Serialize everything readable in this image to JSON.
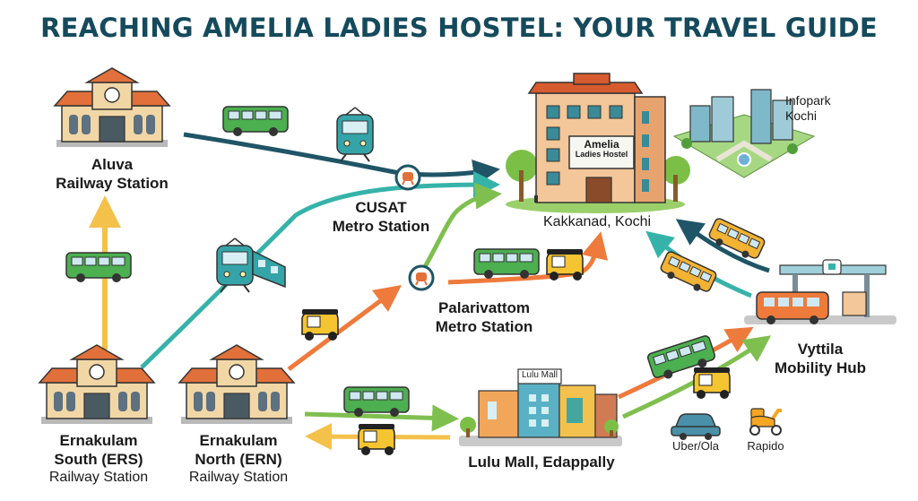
{
  "title": "REACHING AMELIA LADIES HOSTEL: YOUR TRAVEL GUIDE",
  "colors": {
    "title": "#154a5c",
    "route_dark": "#1f5566",
    "route_teal": "#35b3a9",
    "route_green": "#7fbf4f",
    "route_orange": "#ee7a3b",
    "route_yellow": "#f4c14b"
  },
  "destination": {
    "sign_line1": "Amelia",
    "sign_line2": "Ladies Hostel",
    "location": "Kakkanad, Kochi"
  },
  "landmarks": {
    "infopark": {
      "line1": "Infopark",
      "line2": "Kochi"
    },
    "cusat": {
      "line1": "CUSAT",
      "line2": "Metro Station"
    },
    "palarivattom": {
      "line1": "Palarivattom",
      "line2": "Metro Station"
    },
    "aluva": {
      "line1": "Aluva",
      "line2": "Railway Station"
    },
    "ers": {
      "line1": "Ernakulam",
      "line2": "South (ERS)",
      "line3": "Railway Station"
    },
    "ern": {
      "line1": "Ernakulam",
      "line2": "North (ERN)",
      "line3": "Railway Station"
    },
    "lulu": {
      "sign": "Lulu Mall",
      "label": "Lulu Mall, Edappally"
    },
    "vyttila": {
      "line1": "Vyttila",
      "line2": "Mobility Hub"
    }
  },
  "ride_options": [
    "Uber/Ola",
    "Rapido"
  ],
  "icons": [
    "railway-station-icon",
    "bus-icon",
    "metro-train-icon",
    "auto-rickshaw-icon",
    "metro-station-icon",
    "car-icon",
    "scooter-icon",
    "hostel-building-icon",
    "office-park-icon",
    "shopping-mall-icon"
  ]
}
